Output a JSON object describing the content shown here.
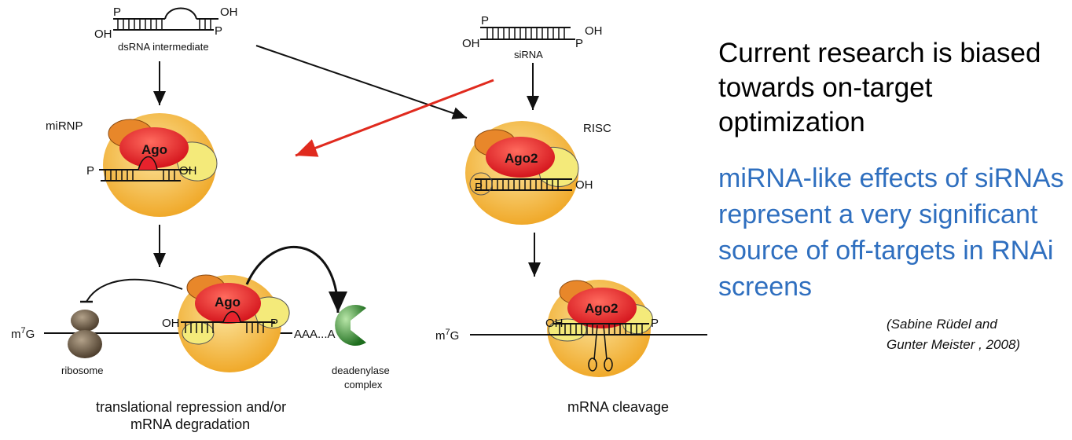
{
  "diagram": {
    "left_pathway": {
      "precursor_label": "dsRNA intermediate",
      "complex_label": "miRNP",
      "protein_label": "Ago",
      "effector_protein_label": "Ago",
      "outcome_label_line1": "translational repression and/or",
      "outcome_label_line2": "mRNA degradation",
      "ribosome_label": "ribosome",
      "deadenylase_label_line1": "deadenylase",
      "deadenylase_label_line2": "complex"
    },
    "right_pathway": {
      "precursor_label": "siRNA",
      "complex_label": "RISC",
      "protein_label": "Ago2",
      "effector_protein_label": "Ago2",
      "outcome_label": "mRNA cleavage"
    },
    "end_labels": {
      "phosphate": "P",
      "hydroxyl": "OH",
      "cap_prefix": "m",
      "cap_superscript": "7",
      "cap_suffix": "G",
      "poly_a": "AAA...A"
    },
    "colors": {
      "complex_body": "#f2b63c",
      "protein": "#e8222c",
      "cofactor_yellow": "#f4ea7a",
      "cofactor_orange": "#e8872a",
      "highlight_arrow": "#e02a1e",
      "ribosome": "#6b5a44",
      "deadenylase": "#2e8b2e"
    }
  },
  "sidebar": {
    "heading": "Current research is biased towards on-target optimization",
    "claim": "miRNA-like effects of siRNAs represent a very significant source of off-targets in RNAi screens",
    "citation_line1": "(Sabine Rüdel and",
    "citation_line2": "Gunter Meister , 2008)"
  }
}
